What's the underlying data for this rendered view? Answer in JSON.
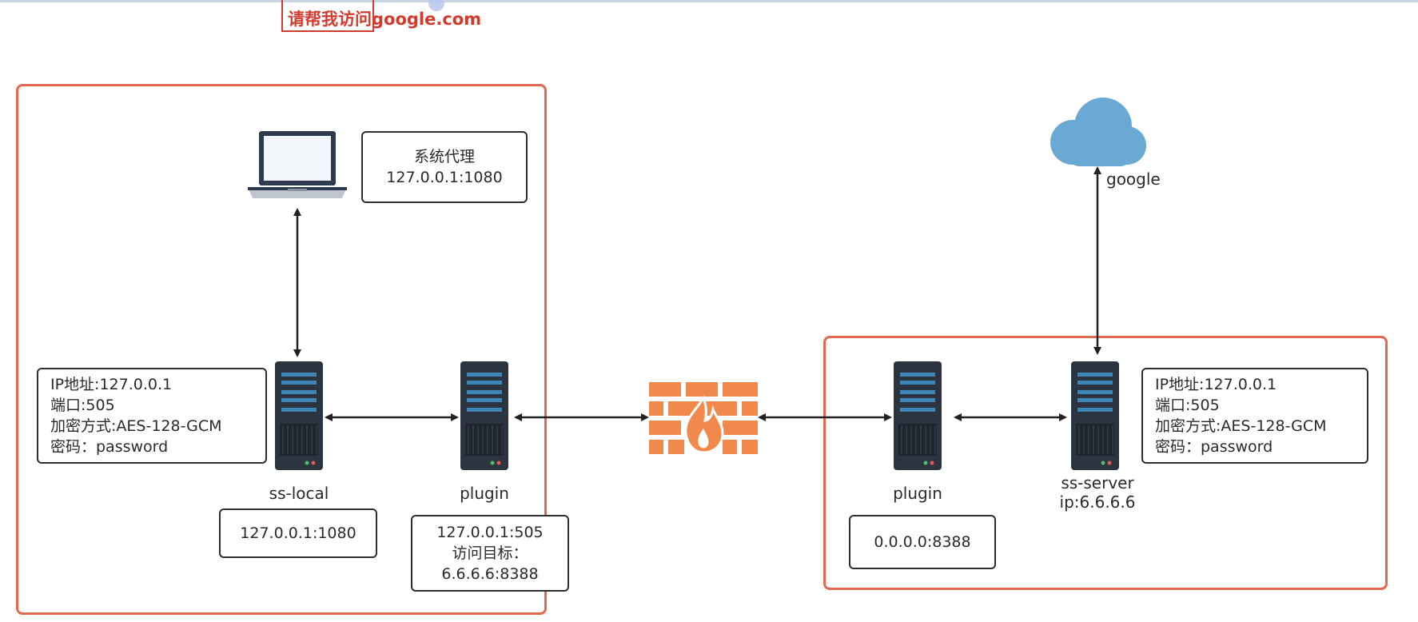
{
  "banner": {
    "text": "请帮我访问google.com"
  },
  "client": {
    "proxy_box": {
      "line1": "系统代理",
      "line2": "127.0.0.1:1080"
    },
    "local_config": {
      "ip": "IP地址:127.0.0.1",
      "port": "端口:505",
      "cipher": "加密方式:AES-128-GCM",
      "password": "密码：password"
    },
    "ss_local": {
      "label": "ss-local",
      "address": "127.0.0.1:1080"
    },
    "plugin": {
      "label": "plugin",
      "line1": "127.0.0.1:505",
      "line2": "访问目标：",
      "line3": "6.6.6.6:8388"
    }
  },
  "server_side": {
    "plugin": {
      "label": "plugin",
      "address": "0.0.0.0:8388"
    },
    "ss_server": {
      "label": "ss-server",
      "ip": "ip:6.6.6.6"
    },
    "config": {
      "ip": "IP地址:127.0.0.1",
      "port": "端口:505",
      "cipher": "加密方式:AES-128-GCM",
      "password": "密码：password"
    },
    "cloud": {
      "label": "google"
    }
  },
  "icons": [
    "laptop-icon",
    "server-icon",
    "firewall-icon",
    "cloud-icon"
  ],
  "colors": {
    "region_border": "#e0694f",
    "banner": "#d23b2e",
    "server_body": "#2c3440",
    "server_slot": "#3f86b8",
    "firewall": "#f2894c",
    "cloud": "#6aa9d3"
  }
}
